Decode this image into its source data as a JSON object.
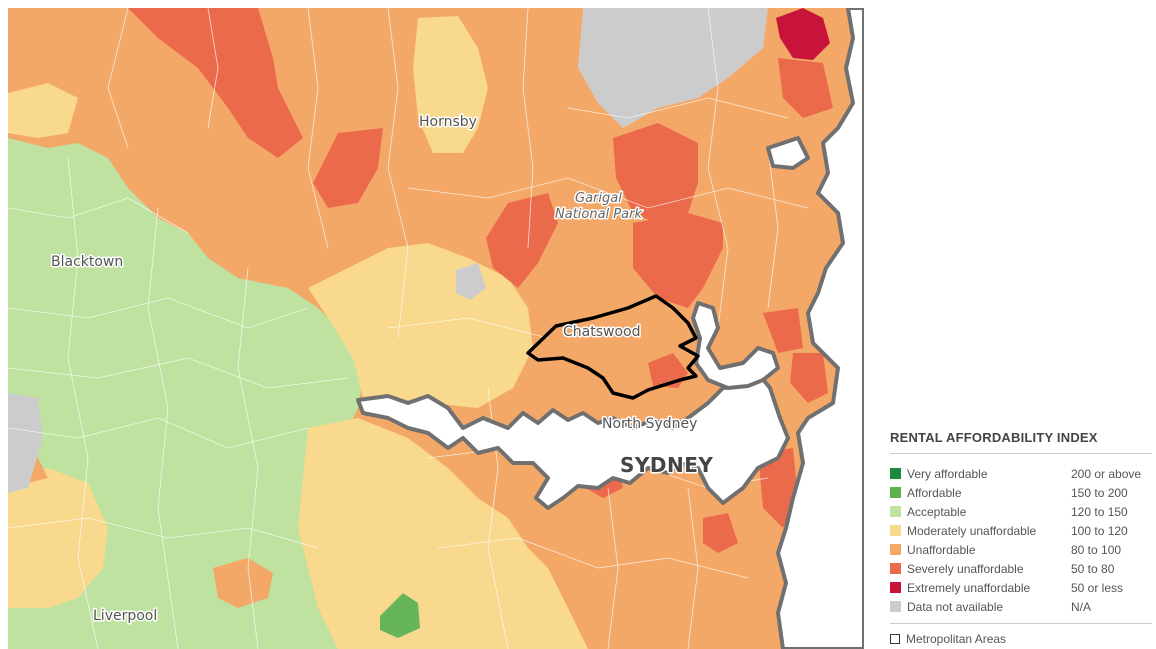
{
  "map": {
    "labels": {
      "hornsby": "Hornsby",
      "blacktown": "Blacktown",
      "garigal_line1": "Garigal",
      "garigal_line2": "National Park",
      "chatswood": "Chatswood",
      "north_sydney": "North Sydney",
      "sydney": "SYDNEY",
      "liverpool": "Liverpool"
    },
    "region_colors": {
      "very_affordable": "#1a8a3c",
      "affordable": "#67b55a",
      "acceptable": "#bfe2a0",
      "moderately_unaffordable": "#f9d98d",
      "unaffordable": "#f4a867",
      "severely_unaffordable": "#ec6a4c",
      "extremely_unaffordable": "#c8143a",
      "no_data": "#cccccc",
      "water": "#ffffff",
      "coastline": "#707070"
    }
  },
  "legend": {
    "title": "RENTAL AFFORDABILITY INDEX",
    "items": [
      {
        "label": "Very affordable",
        "range": "200 or above",
        "color": "#1a8a3c"
      },
      {
        "label": "Affordable",
        "range": "150 to 200",
        "color": "#5fb04f"
      },
      {
        "label": "Acceptable",
        "range": "120 to 150",
        "color": "#bfe2a0"
      },
      {
        "label": "Moderately unaffordable",
        "range": "100 to 120",
        "color": "#f9d98d"
      },
      {
        "label": "Unaffordable",
        "range": "80 to 100",
        "color": "#f4a867"
      },
      {
        "label": "Severely unaffordable",
        "range": "50 to 80",
        "color": "#ec6a4c"
      },
      {
        "label": "Extremely unaffordable",
        "range": "50 or less",
        "color": "#c8143a"
      },
      {
        "label": "Data not available",
        "range": "N/A",
        "color": "#cccccc"
      }
    ],
    "metro_label": "Metropolitan Areas"
  }
}
